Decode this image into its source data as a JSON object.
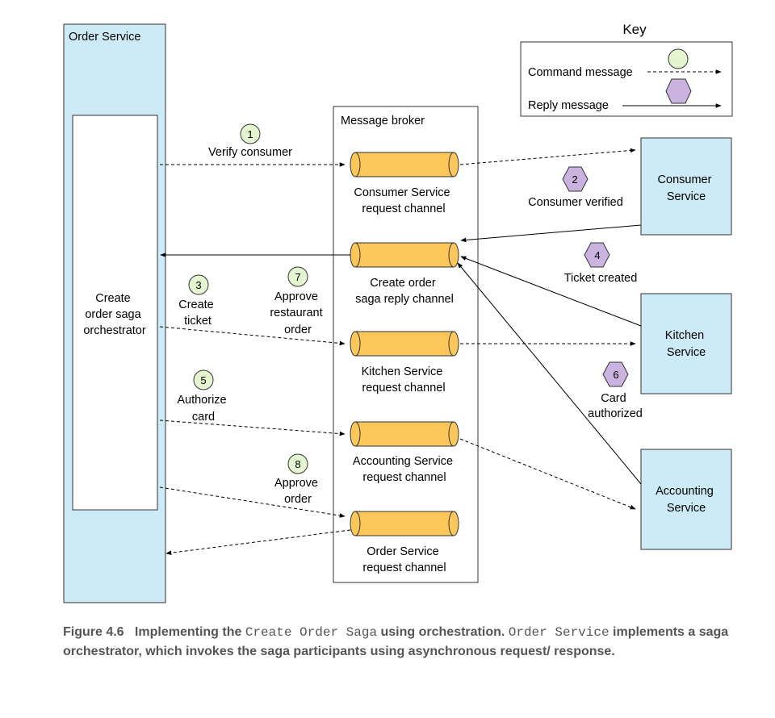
{
  "colors": {
    "service_fill": "#cdeaf7",
    "channel_fill": "#fbc75a",
    "command_circle": "#e4f5cf",
    "reply_hexagon": "#cbb3e0",
    "line": "#000000",
    "caption_text": "#555555"
  },
  "key": {
    "title": "Key",
    "command_label": "Command message",
    "reply_label": "Reply message"
  },
  "order_service": {
    "title": "Order Service",
    "orchestrator_lines": [
      "Create",
      "order saga",
      "orchestrator"
    ]
  },
  "broker": {
    "title": "Message broker",
    "channels": [
      {
        "lines": [
          "Consumer Service",
          "request channel"
        ]
      },
      {
        "lines": [
          "Create order",
          "saga reply channel"
        ]
      },
      {
        "lines": [
          "Kitchen Service",
          "request channel"
        ]
      },
      {
        "lines": [
          "Accounting Service",
          "request channel"
        ]
      },
      {
        "lines": [
          "Order Service",
          "request channel"
        ]
      }
    ]
  },
  "participants": [
    {
      "lines": [
        "Consumer",
        "Service"
      ]
    },
    {
      "lines": [
        "Kitchen",
        "Service"
      ]
    },
    {
      "lines": [
        "Accounting",
        "Service"
      ]
    }
  ],
  "steps": [
    {
      "num": "1",
      "kind": "command",
      "lines": [
        "Verify consumer"
      ]
    },
    {
      "num": "2",
      "kind": "reply",
      "lines": [
        "Consumer verified"
      ]
    },
    {
      "num": "3",
      "kind": "command",
      "lines": [
        "Create",
        "ticket"
      ]
    },
    {
      "num": "4",
      "kind": "reply",
      "lines": [
        "Ticket created"
      ]
    },
    {
      "num": "5",
      "kind": "command",
      "lines": [
        "Authorize",
        "card"
      ]
    },
    {
      "num": "6",
      "kind": "reply",
      "lines": [
        "Card",
        "authorized"
      ]
    },
    {
      "num": "7",
      "kind": "command",
      "lines": [
        "Approve",
        "restaurant",
        "order"
      ]
    },
    {
      "num": "8",
      "kind": "command",
      "lines": [
        "Approve",
        "order"
      ]
    }
  ],
  "caption": {
    "prefix": "Figure 4.6",
    "p1": "Implementing the ",
    "code1": "Create Order Saga",
    "p2": " using orchestration. ",
    "code2": "Order Service",
    "p3": " implements a saga orchestrator, which invokes the saga participants using asynchronous request/ response."
  }
}
